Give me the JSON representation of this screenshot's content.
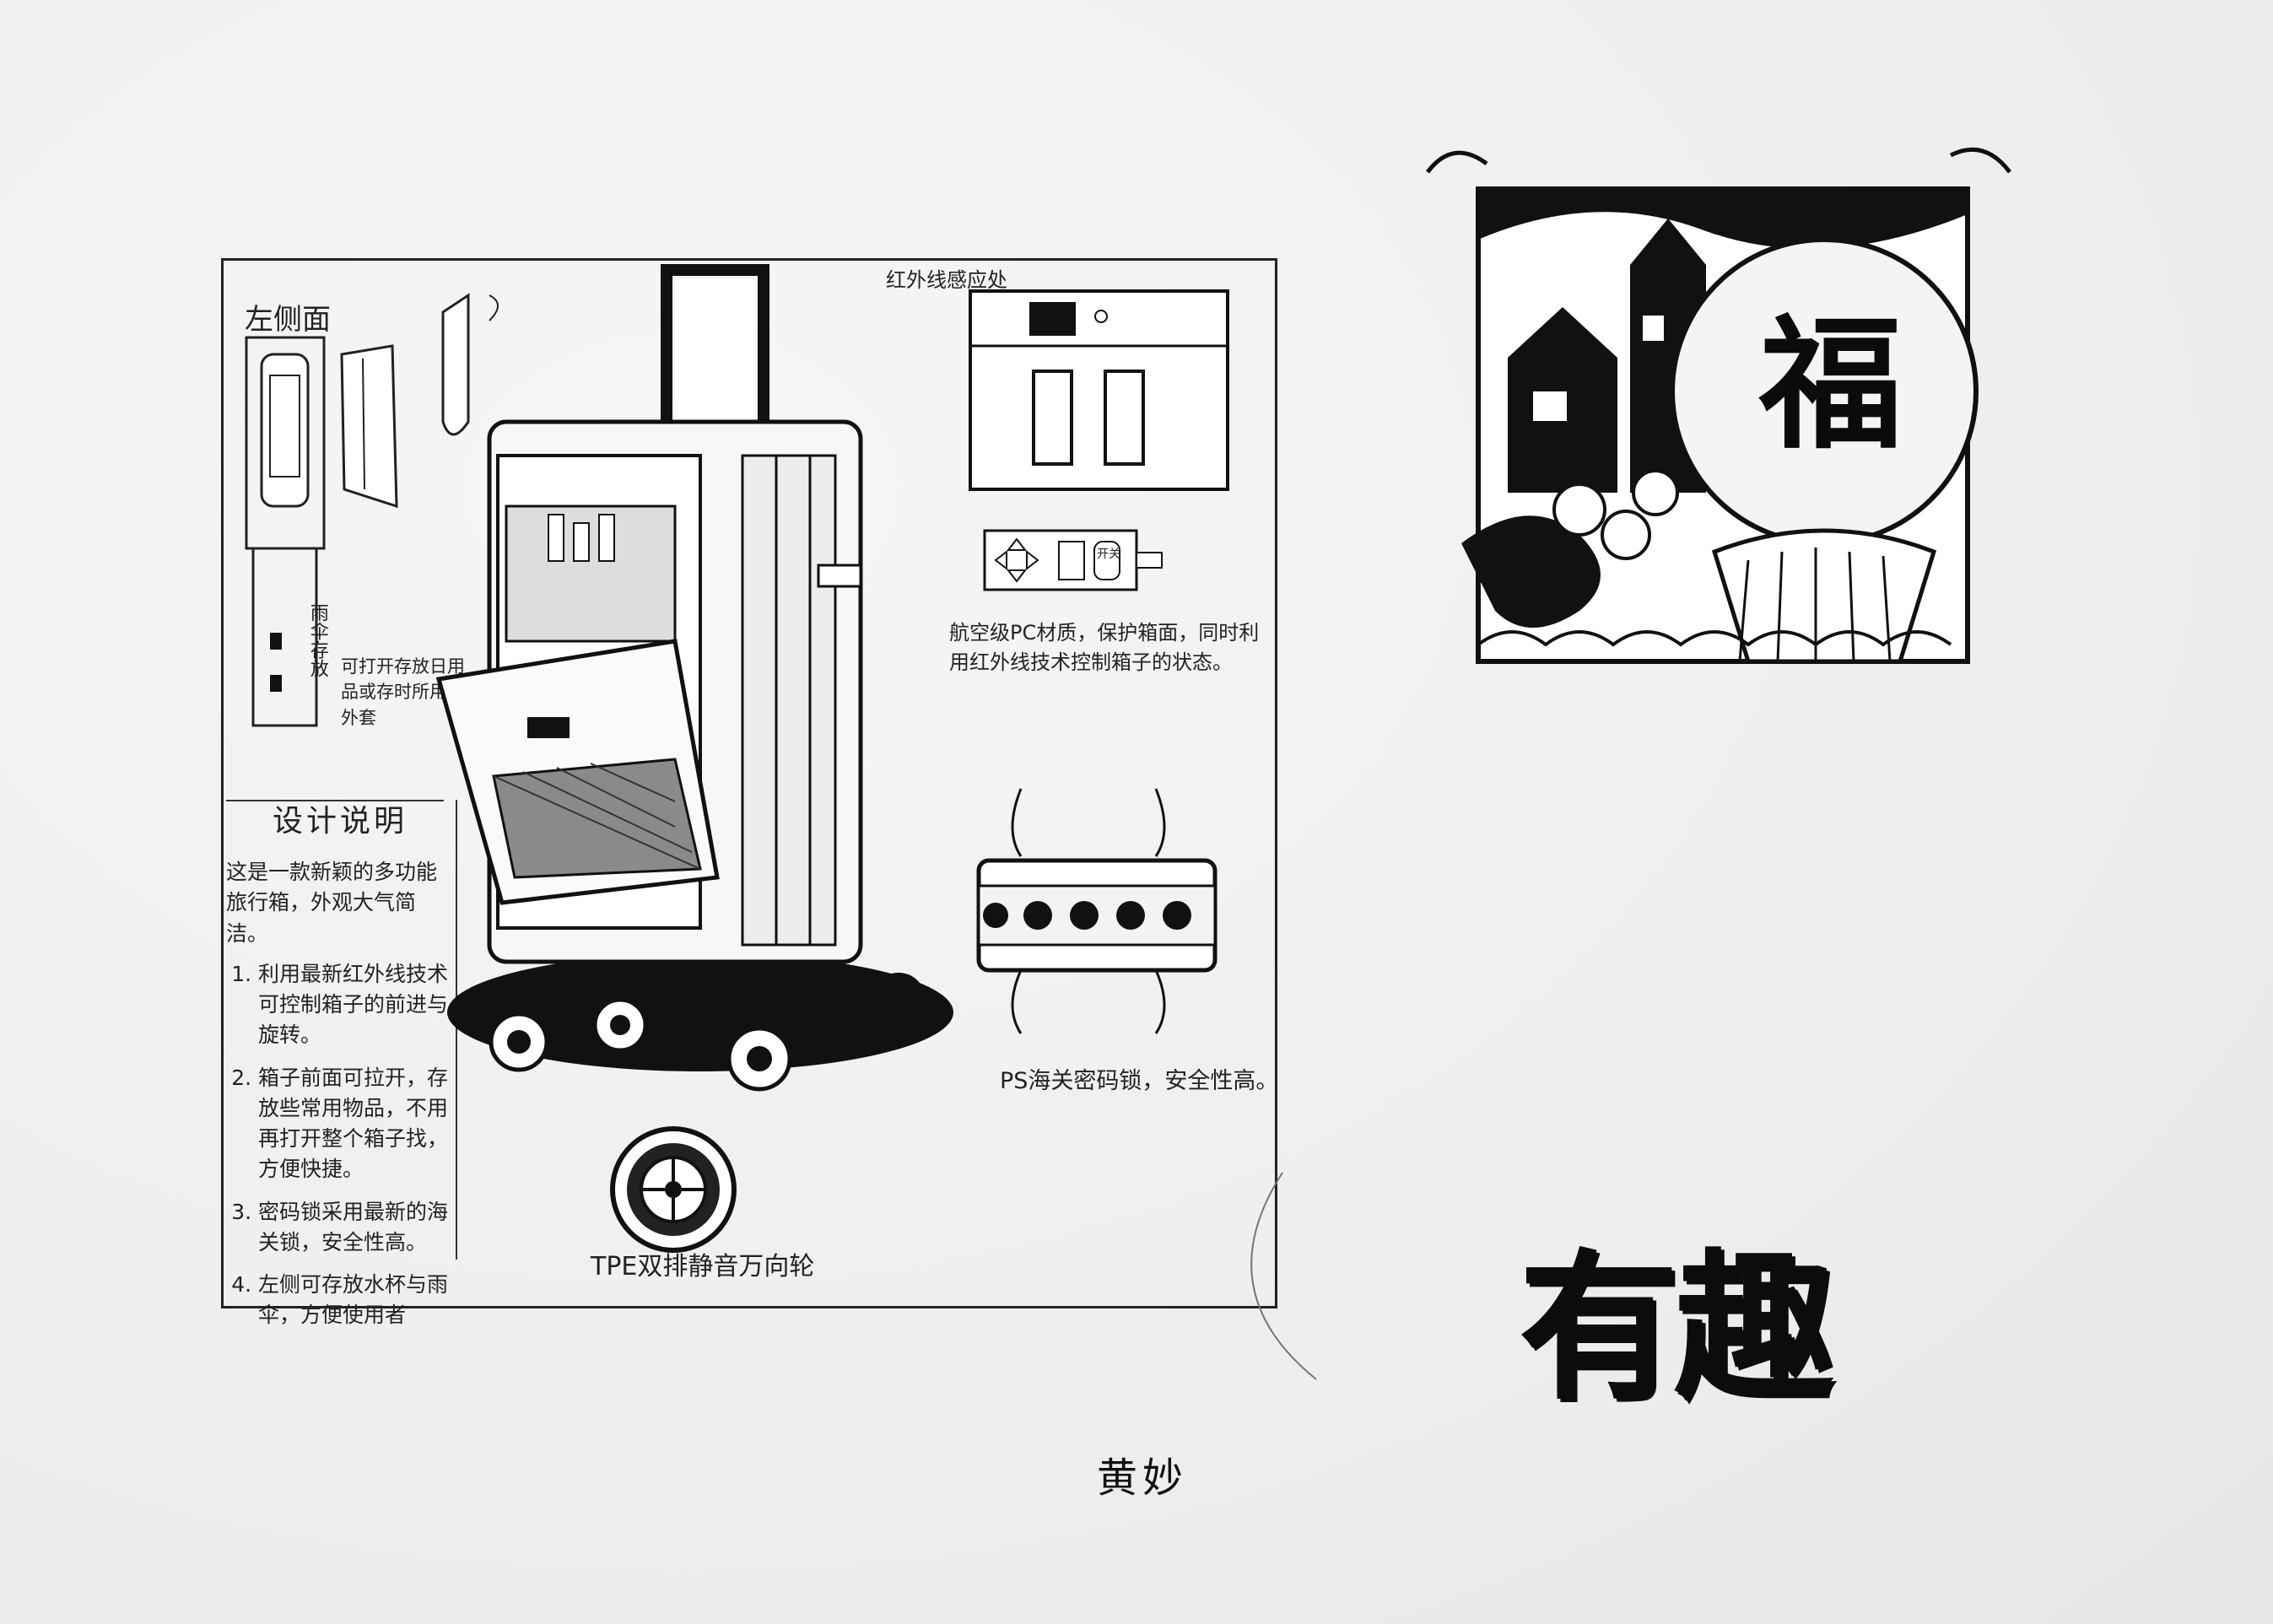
{
  "sketch": {
    "left_side_label": "左侧面",
    "umbrella_label": "雨伞存放",
    "pocket_note": "可打开存放日用品或存时所用的外套",
    "infrared_label": "红外线感应处",
    "material_note": "航空级PC材质，保护箱面，同时利用红外线技术控制箱子的状态。",
    "lock_note": "PS海关密码锁，安全性高。",
    "wheel_label": "TPE双排静音万向轮",
    "remote_button_label": "开关"
  },
  "design_notes": {
    "title": "设计说明",
    "intro": "这是一款新颖的多功能旅行箱，外观大气简洁。",
    "points": [
      "利用最新红外线技术可控制箱子的前进与旋转。",
      "箱子前面可拉开，存放些常用物品，不用再打开整个箱子找，方便快捷。",
      "密码锁采用最新的海关锁，安全性高。",
      "左侧可存放水杯与雨伞，方便使用者"
    ]
  },
  "fu_panel": {
    "character": "福"
  },
  "title_art": {
    "text": "有趣"
  },
  "signature": "黄妙"
}
